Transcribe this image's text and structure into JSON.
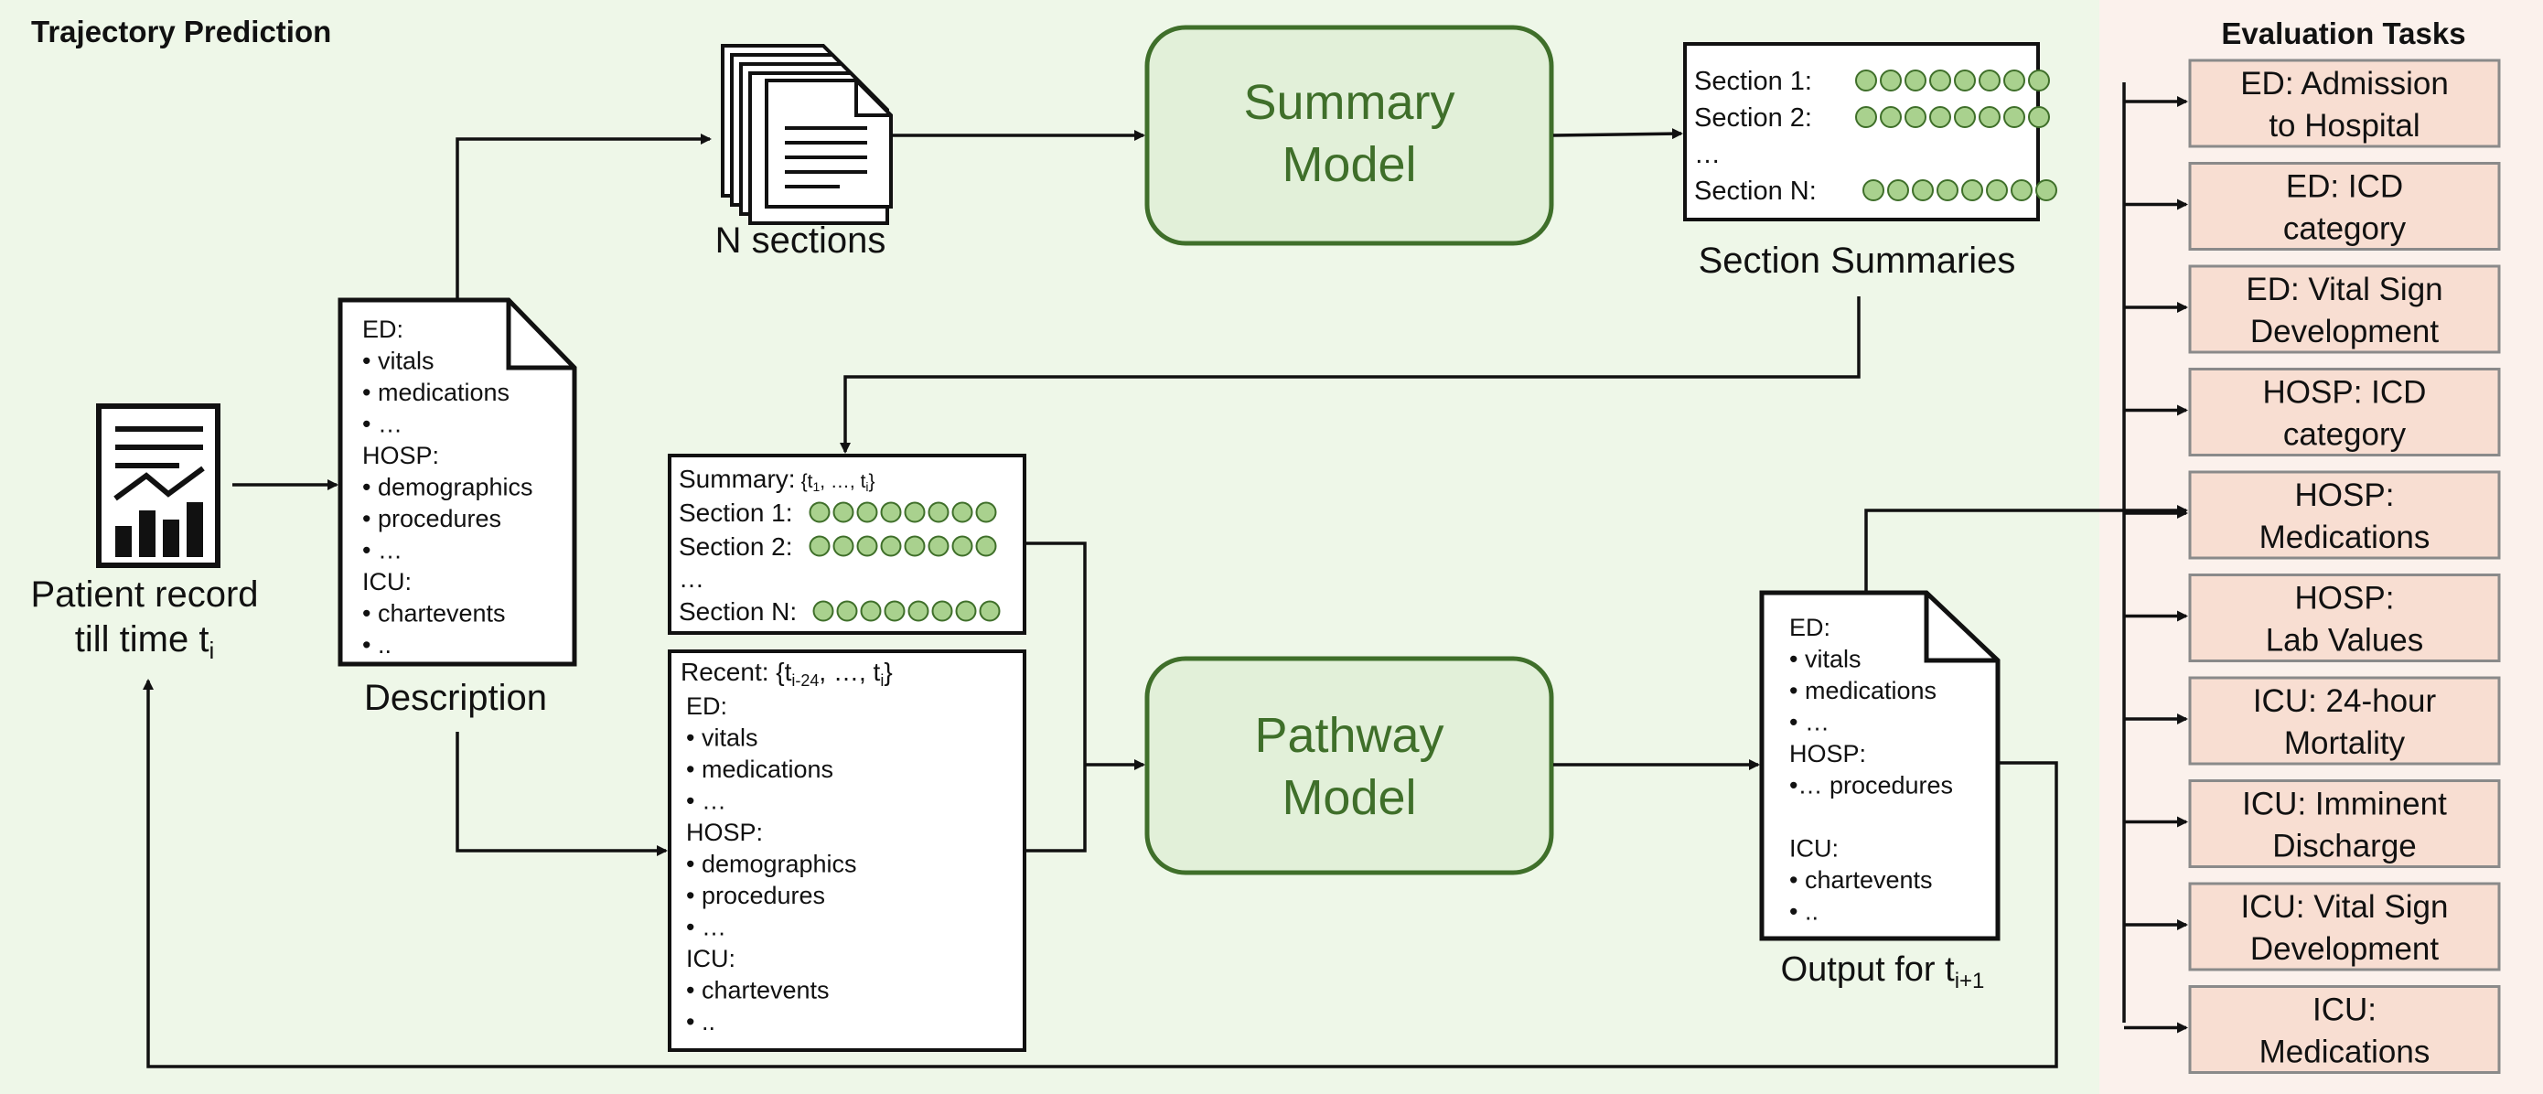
{
  "colors": {
    "left_panel_bg": "#eef7e8",
    "right_panel_bg": "#fbf1ec",
    "model_fill": "#e2f0d9",
    "model_stroke": "#3f6f2a",
    "dot_fill": "#a9d18e",
    "dot_stroke": "#3f6f2a",
    "task_fill": "#f8ded2",
    "task_stroke": "#8a8a8a",
    "line": "#111111"
  },
  "panels": {
    "trajectory_title": "Trajectory Prediction",
    "evaluation_title": "Evaluation Tasks"
  },
  "patient_record": {
    "icon": "report-chart-icon",
    "label_line1": "Patient record",
    "label_line2": "till time t",
    "label_sub": "i"
  },
  "description_doc": {
    "label": "Description",
    "lines": [
      "ED:",
      "• vitals",
      "• medications",
      "• …",
      "HOSP:",
      "• demographics",
      "• procedures",
      "• …",
      "ICU:",
      "• chartevents",
      "• .."
    ]
  },
  "n_sections": {
    "icon": "stacked-documents-icon",
    "label": "N sections"
  },
  "summary_model": {
    "line1": "Summary",
    "line2": "Model"
  },
  "section_summaries": {
    "label": "Section Summaries",
    "row1": "Section 1:",
    "row2": "Section 2:",
    "ellipsis": "…",
    "rowN": "Section N:"
  },
  "summary_box": {
    "title": "Summary:",
    "range": "{t",
    "range_sub1": "1",
    "range_mid": ", …, t",
    "range_sub2": "i",
    "range_end": "}",
    "row1": "Section 1:",
    "row2": "Section 2:",
    "ellipsis": "…",
    "rowN": "Section N:"
  },
  "recent_box": {
    "title": "Recent: {t",
    "sub1": "i-24",
    "mid": ", …, t",
    "sub2": "i",
    "end": "}",
    "lines": [
      "ED:",
      "• vitals",
      "• medications",
      "• …",
      "HOSP:",
      "• demographics",
      "• procedures",
      "• …",
      "ICU:",
      "• chartevents",
      "• .."
    ]
  },
  "pathway_model": {
    "line1": "Pathway",
    "line2": "Model"
  },
  "output_doc": {
    "label": "Output for t",
    "label_sub": "i+1",
    "lines": [
      "ED:",
      "• vitals",
      "• medications",
      "• …",
      "HOSP:",
      "•… procedures",
      "",
      "ICU:",
      "• chartevents",
      "• .."
    ]
  },
  "evaluation_tasks": [
    {
      "line1": "ED: Admission",
      "line2": "to Hospital"
    },
    {
      "line1": "ED: ICD",
      "line2": "category"
    },
    {
      "line1": "ED: Vital Sign",
      "line2": "Development"
    },
    {
      "line1": "HOSP: ICD",
      "line2": "category"
    },
    {
      "line1": "HOSP:",
      "line2": "Medications"
    },
    {
      "line1": "HOSP:",
      "line2": "Lab Values"
    },
    {
      "line1": "ICU: 24-hour",
      "line2": "Mortality"
    },
    {
      "line1": "ICU: Imminent",
      "line2": "Discharge"
    },
    {
      "line1": "ICU:  Vital Sign",
      "line2": "Development"
    },
    {
      "line1": "ICU:",
      "line2": "Medications"
    }
  ]
}
